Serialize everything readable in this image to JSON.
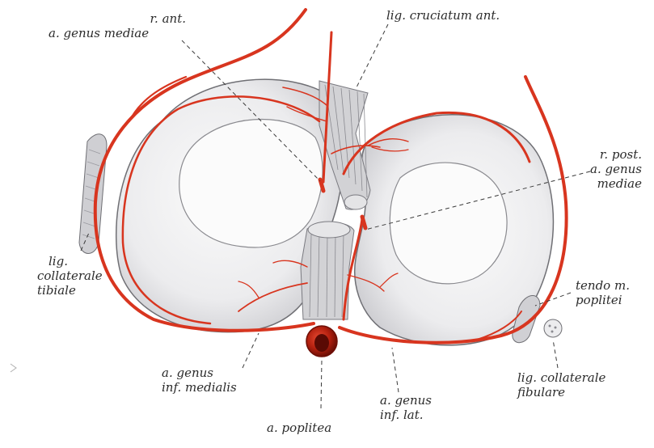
{
  "labels": {
    "r_ant_line1": "r. ant.",
    "r_ant_line2": "a. genus mediae",
    "lig_cruciatum_ant": "lig. cruciatum ant.",
    "r_post_line1": "r. post.",
    "r_post_line2": "a. genus",
    "r_post_line3": "mediae",
    "lig_coll_tib_line1": "lig.",
    "lig_coll_tib_line2": "collaterale",
    "lig_coll_tib_line3": "tibiale",
    "tendo_line1": "tendo m.",
    "tendo_line2": "poplitei",
    "a_genus_inf_med_line1": "a. genus",
    "a_genus_inf_med_line2": "inf. medialis",
    "a_poplitea": "a. poplitea",
    "a_genus_inf_lat_line1": "a. genus",
    "a_genus_inf_lat_line2": "inf. lat.",
    "lig_coll_fib_line1": "lig. collaterale",
    "lig_coll_fib_line2": "fibulare"
  },
  "colors": {
    "artery": "#d8351f",
    "artery_dark": "#9e1d10",
    "meniscus_fill": "#eeeeef",
    "meniscus_shade": "#d6d6d9",
    "meniscus_outline": "#6f6f74",
    "ligament": "#c9c9cc",
    "leader": "#3a3a3a"
  }
}
